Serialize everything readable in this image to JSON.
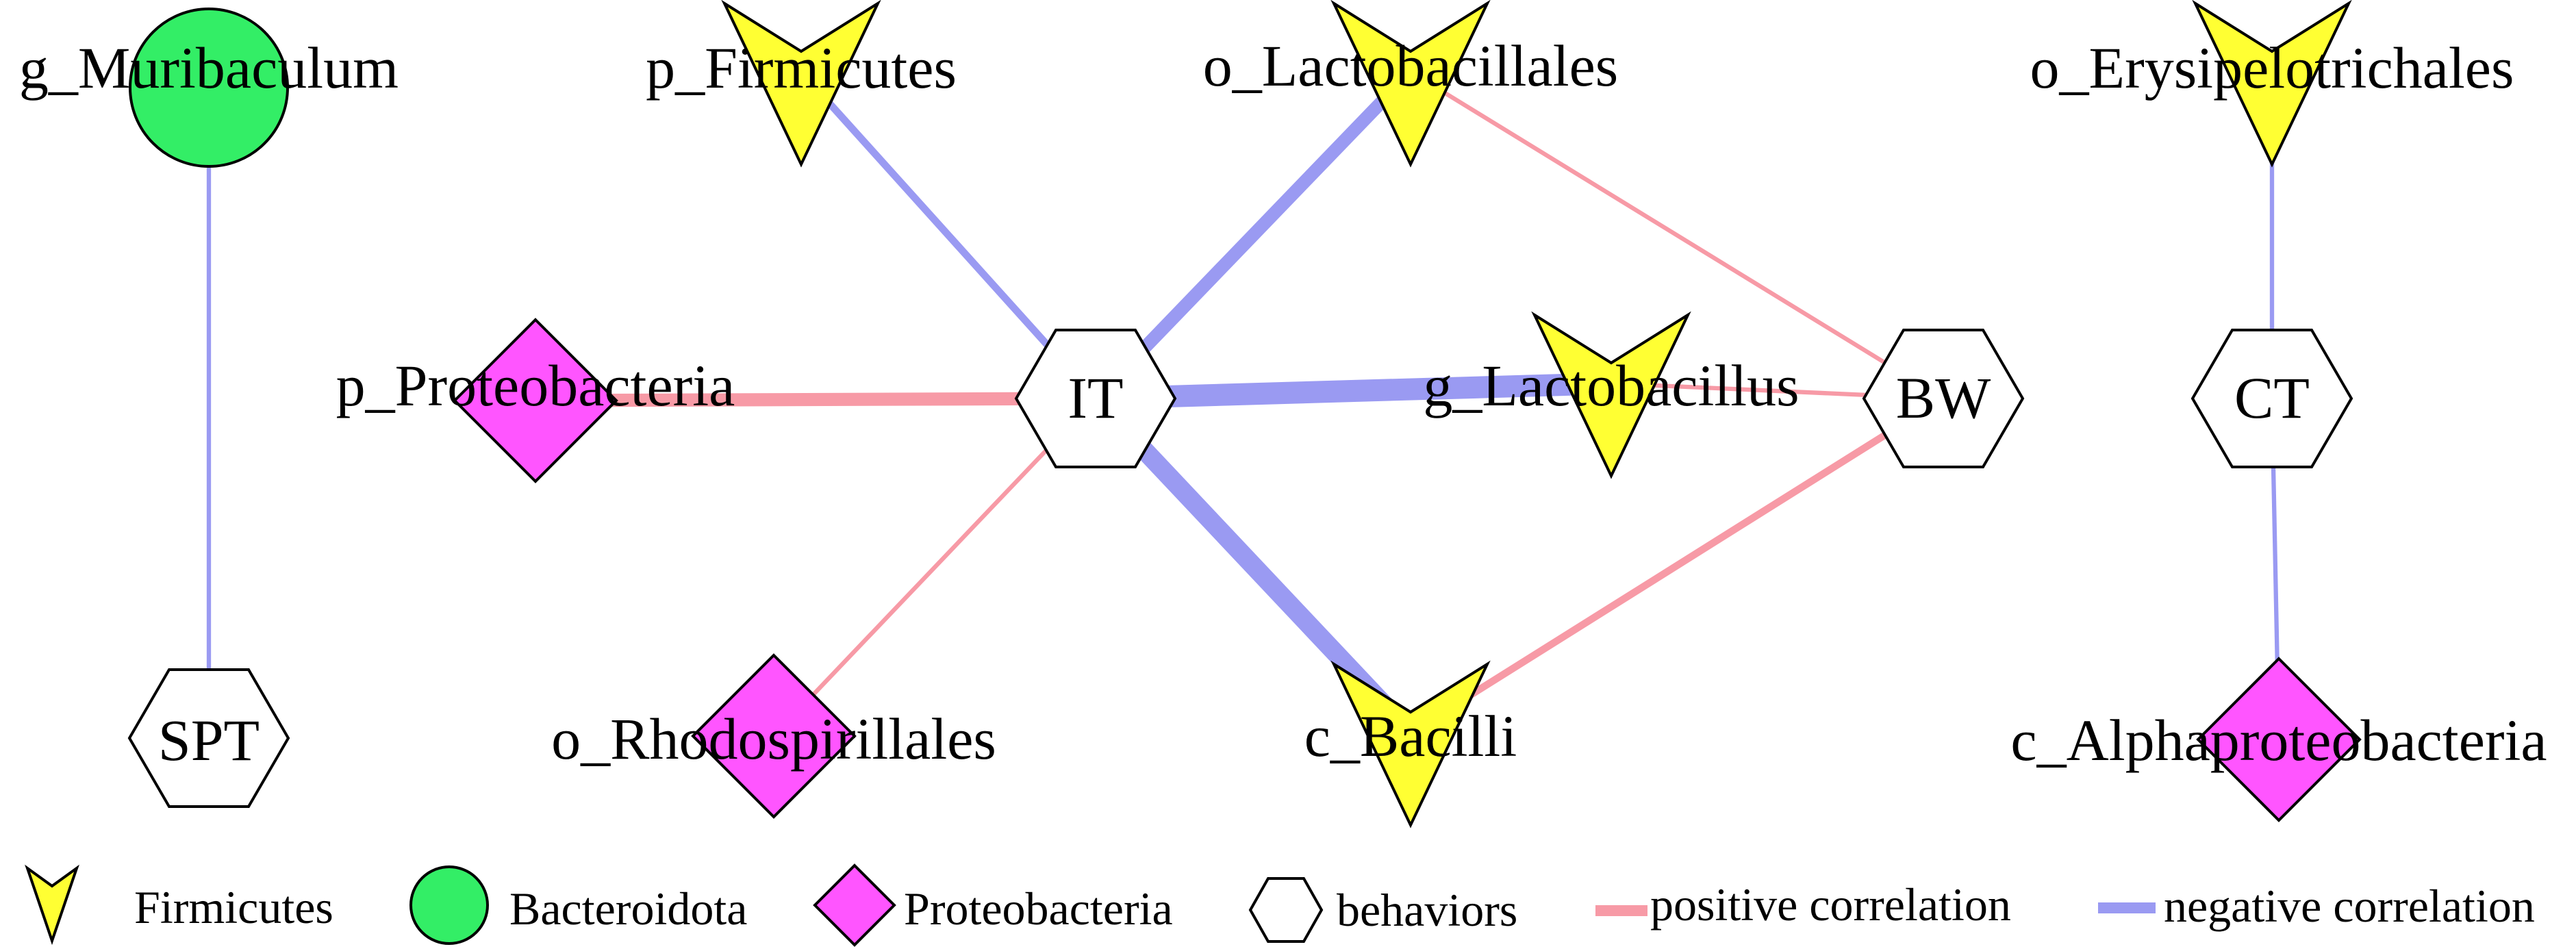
{
  "nodes": [
    {
      "id": "g_Muribaculum",
      "label": "g_Muribaculum",
      "group": "Bacteroidota"
    },
    {
      "id": "p_Firmicutes",
      "label": "p_Firmicutes",
      "group": "Firmicutes"
    },
    {
      "id": "o_Lactobacillales",
      "label": "o_Lactobacillales",
      "group": "Firmicutes"
    },
    {
      "id": "o_Erysipelotrichales",
      "label": "o_Erysipelotrichales",
      "group": "Firmicutes"
    },
    {
      "id": "p_Proteobacteria",
      "label": "p_Proteobacteria",
      "group": "Proteobacteria"
    },
    {
      "id": "IT",
      "label": "IT",
      "group": "behaviors"
    },
    {
      "id": "g_Lactobacillus",
      "label": "g_Lactobacillus",
      "group": "Firmicutes"
    },
    {
      "id": "BW",
      "label": "BW",
      "group": "behaviors"
    },
    {
      "id": "CT",
      "label": "CT",
      "group": "behaviors"
    },
    {
      "id": "SPT",
      "label": "SPT",
      "group": "behaviors"
    },
    {
      "id": "o_Rhodospirillales",
      "label": "o_Rhodospirillales",
      "group": "Proteobacteria"
    },
    {
      "id": "c_Bacilli",
      "label": "c_Bacilli",
      "group": "Firmicutes"
    },
    {
      "id": "c_Alphaproteobacteria",
      "label": "c_Alphaproteobacteria",
      "group": "Proteobacteria"
    }
  ],
  "edges": [
    {
      "source": "g_Muribaculum",
      "target": "SPT",
      "correlation": "negative",
      "strength": 1
    },
    {
      "source": "IT",
      "target": "p_Firmicutes",
      "correlation": "negative",
      "strength": 2
    },
    {
      "source": "IT",
      "target": "o_Lactobacillales",
      "correlation": "negative",
      "strength": 4
    },
    {
      "source": "IT",
      "target": "p_Proteobacteria",
      "correlation": "positive",
      "strength": 4
    },
    {
      "source": "IT",
      "target": "g_Lactobacillus",
      "correlation": "negative",
      "strength": 7
    },
    {
      "source": "IT",
      "target": "c_Bacilli",
      "correlation": "negative",
      "strength": 6
    },
    {
      "source": "IT",
      "target": "o_Rhodospirillales",
      "correlation": "positive",
      "strength": 1
    },
    {
      "source": "BW",
      "target": "o_Lactobacillales",
      "correlation": "positive",
      "strength": 1
    },
    {
      "source": "BW",
      "target": "g_Lactobacillus",
      "correlation": "positive",
      "strength": 1
    },
    {
      "source": "BW",
      "target": "c_Bacilli",
      "correlation": "positive",
      "strength": 2
    },
    {
      "source": "CT",
      "target": "o_Erysipelotrichales",
      "correlation": "negative",
      "strength": 1
    },
    {
      "source": "CT",
      "target": "c_Alphaproteobacteria",
      "correlation": "negative",
      "strength": 1
    }
  ],
  "legend": {
    "firmicutes": "Firmicutes",
    "bacteroidota": "Bacteroidota",
    "proteobacteria": "Proteobacteria",
    "behaviors": "behaviors",
    "positive": "positive correlation",
    "negative": "negative correlation"
  },
  "colors": {
    "Firmicutes": "#ffff33",
    "Bacteroidota": "#33ee66",
    "Proteobacteria": "#ff55ff",
    "behaviors": "#ffffff",
    "positive": "#f79aa6",
    "negative": "#9a9af2",
    "outline": "#000000"
  },
  "shapes": {
    "Firmicutes": "v-arrow",
    "Bacteroidota": "circle",
    "Proteobacteria": "diamond",
    "behaviors": "hexagon"
  }
}
